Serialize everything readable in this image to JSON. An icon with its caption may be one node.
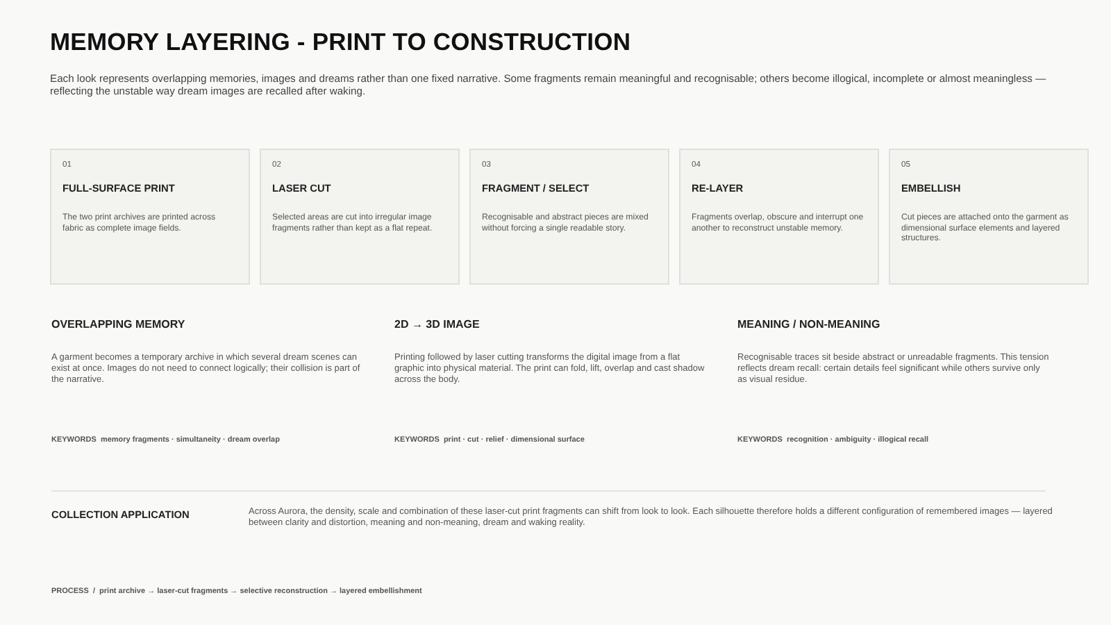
{
  "diagram": {
    "title": "MEMORY LAYERING - PRINT TO CONSTRUCTION",
    "nodes": [
      {
        "text": [
          "01",
          "FULL-SURFACE PRINT",
          "The two print archives are printed across fabric as complete image fields."
        ]
      },
      {
        "text": [
          "02",
          "LASER CUT",
          "Selected areas are cut into irregular image fragments rather than kept as a flat repeat."
        ]
      },
      {
        "text": [
          "03",
          "FRAGMENT / SELECT",
          "Recognisable and abstract pieces are mixed without forcing a single readable story."
        ]
      },
      {
        "text": [
          "04",
          "RE-LAYER",
          "Fragments overlap, obscure and interrupt one another to reconstruct unstable memory."
        ]
      },
      {
        "text": [
          "05",
          "EMBELLISH",
          "Cut pieces are attached onto the garment as dimensional surface elements and layered structures."
        ]
      }
    ],
    "labels": [
      "Each look represents overlapping memories, images and dreams rather than one fixed narrative. Some fragments remain meaningful and recognisable; others become illogical, incomplete or almost meaningless — reflecting the unstable way dream images are recalled after waking.",
      "OVERLAPPING MEMORY",
      "A garment becomes a temporary archive in which several dream scenes can exist at once. Images do not need to connect logically; their collision is part of the narrative.",
      "KEYWORDS  memory fragments · simultaneity · dream overlap",
      "2D → 3D IMAGE",
      "Printing followed by laser cutting transforms the digital image from a flat graphic into physical material. The print can fold, lift, overlap and cast shadow across the body.",
      "KEYWORDS  print · cut · relief · dimensional surface",
      "MEANING / NON-MEANING",
      "Recognisable traces sit beside abstract or unreadable fragments. This tension reflects dream recall: certain details feel significant while others survive only as visual residue.",
      "KEYWORDS  recognition · ambiguity · illogical recall",
      "COLLECTION APPLICATION",
      "Across Aurora, the density, scale and combination of these laser-cut print fragments can shift from look to look. Each silhouette therefore holds a different configuration of remembered images — layered between clarity and distortion, meaning and non-meaning, dream and waking reality.",
      "PROCESS  /  print archive → laser-cut fragments → selective reconstruction → layered embellishment"
    ]
  }
}
